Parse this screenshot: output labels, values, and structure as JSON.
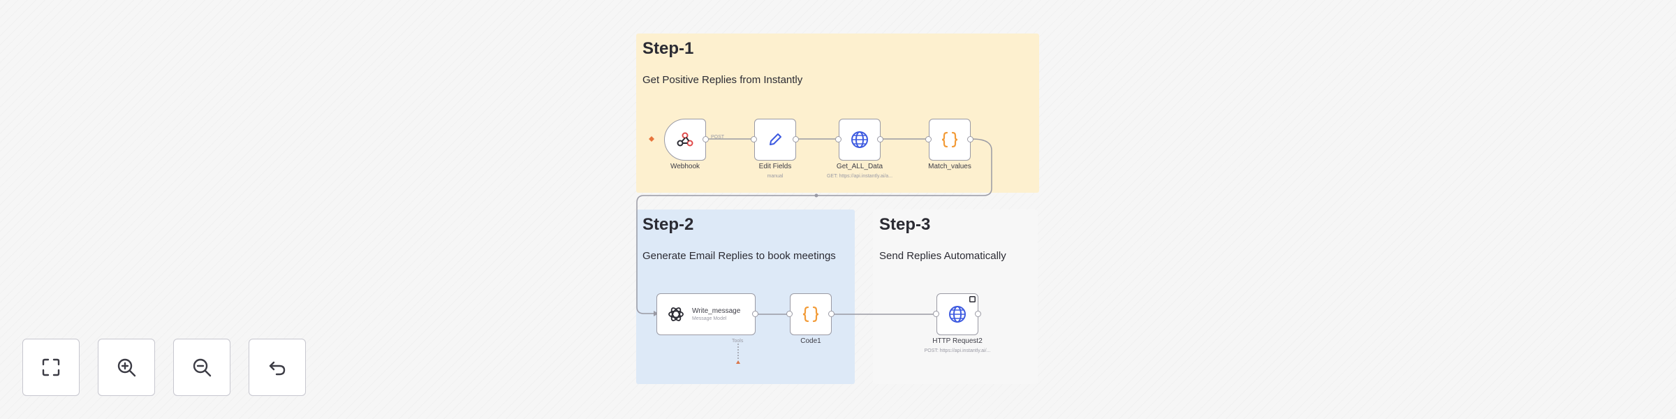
{
  "canvas": {
    "background": "#f6f6f6",
    "sticky_notes": [
      {
        "title": "Step-1",
        "subtitle": "Get Positive Replies from Instantly",
        "color": "#fdf0cf"
      },
      {
        "title": "Step-2",
        "subtitle": "Generate Email Replies to book meetings",
        "color": "#dde9f7"
      },
      {
        "title": "Step-3",
        "subtitle": "Send Replies Automatically",
        "color": "#f7f7f7"
      }
    ],
    "nodes": [
      {
        "label": "Webhook",
        "subtitle": "",
        "icon": "webhook-icon",
        "accent": "#e04a4a"
      },
      {
        "label": "Edit Fields",
        "subtitle": "manual",
        "icon": "pencil-icon",
        "accent": "#3d5ae0"
      },
      {
        "label": "Get_ALL_Data",
        "subtitle": "GET: https://api.instantly.ai/a...",
        "icon": "globe-icon",
        "accent": "#3d5ae0"
      },
      {
        "label": "Match_values",
        "subtitle": "",
        "icon": "code-braces-icon",
        "accent": "#f29b38"
      },
      {
        "label": "Write_message",
        "subtitle": "Message Model",
        "icon": "openai-icon",
        "accent": "#2b2b33"
      },
      {
        "label": "Code1",
        "subtitle": "",
        "icon": "code-braces-icon",
        "accent": "#f29b38"
      },
      {
        "label": "HTTP Request2",
        "subtitle": "POST: https://api.instantly.ai/...",
        "icon": "globe-icon",
        "accent": "#3d5ae0"
      }
    ],
    "edge_labels": {
      "webhook_post": "POST",
      "write_message_tools": "Tools"
    }
  },
  "controls": [
    {
      "name": "fit-to-view",
      "icon": "fit-view-icon"
    },
    {
      "name": "zoom-in",
      "icon": "zoom-in-icon"
    },
    {
      "name": "zoom-out",
      "icon": "zoom-out-icon"
    },
    {
      "name": "reset-zoom",
      "icon": "undo-icon"
    }
  ]
}
